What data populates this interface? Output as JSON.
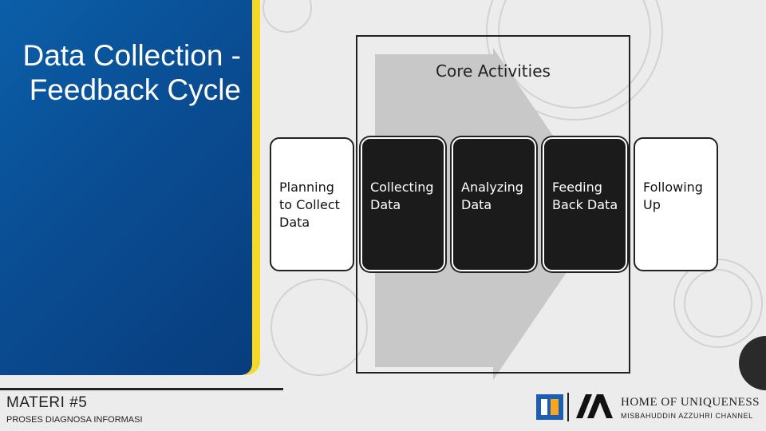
{
  "slide": {
    "title": "Data Collection - Feedback Cycle",
    "materi": "MATERI #5",
    "subtitle": "PROSES DIAGNOSA INFORMASI"
  },
  "diagram": {
    "group_label": "Core Activities",
    "steps": [
      {
        "label": "Planning to Collect Data",
        "style": "light"
      },
      {
        "label": "Collecting Data",
        "style": "dark"
      },
      {
        "label": "Analyzing Data",
        "style": "dark"
      },
      {
        "label": "Feeding Back Data",
        "style": "dark"
      },
      {
        "label": "Following Up",
        "style": "light"
      }
    ]
  },
  "branding": {
    "line1": "HOME OF UNIQUENESS",
    "line2": "MISBAHUDDIN AZZUHRI CHANNEL"
  },
  "colors": {
    "panel_blue": "#0a4d93",
    "accent_yellow": "#f5d92a",
    "dark_step": "#1b1b1b"
  }
}
